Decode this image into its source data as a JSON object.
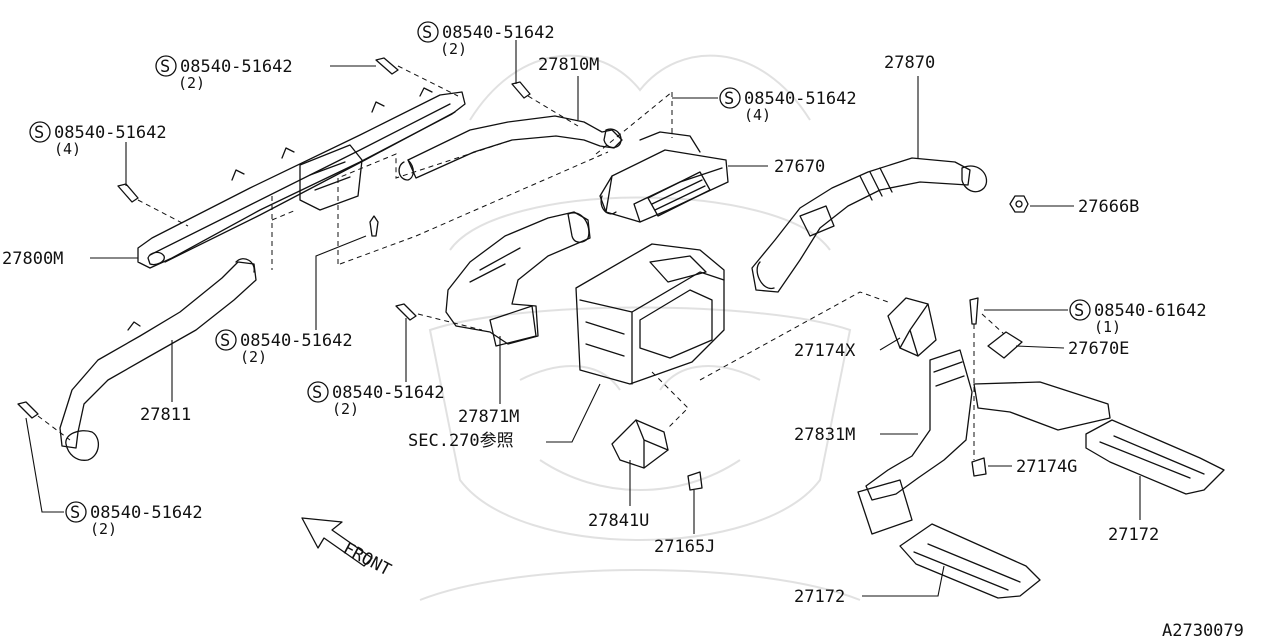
{
  "diagram_id": "A2730079",
  "front_label": "FRONT",
  "screw_symbol": "S",
  "screws": [
    {
      "part_no": "08540-51642",
      "qty": "(2)"
    },
    {
      "part_no": "08540-51642",
      "qty": "(2)"
    },
    {
      "part_no": "08540-51642",
      "qty": "(4)"
    },
    {
      "part_no": "08540-51642",
      "qty": "(4)"
    },
    {
      "part_no": "08540-51642",
      "qty": "(2)"
    },
    {
      "part_no": "08540-51642",
      "qty": "(2)"
    },
    {
      "part_no": "08540-51642",
      "qty": "(2)"
    },
    {
      "part_no": "08540-61642",
      "qty": "(1)"
    }
  ],
  "parts": {
    "p27810M": "27810M",
    "p27870": "27870",
    "p27670": "27670",
    "p27666B": "27666B",
    "p27800M": "27800M",
    "p27811": "27811",
    "p27871M": "27871M",
    "sec270": "SEC.270参照",
    "p27174X": "27174X",
    "p27670E": "27670E",
    "p27831M": "27831M",
    "p27174G": "27174G",
    "p27841U": "27841U",
    "p27165J": "27165J",
    "p27172_right": "27172",
    "p27172_bottom": "27172"
  }
}
